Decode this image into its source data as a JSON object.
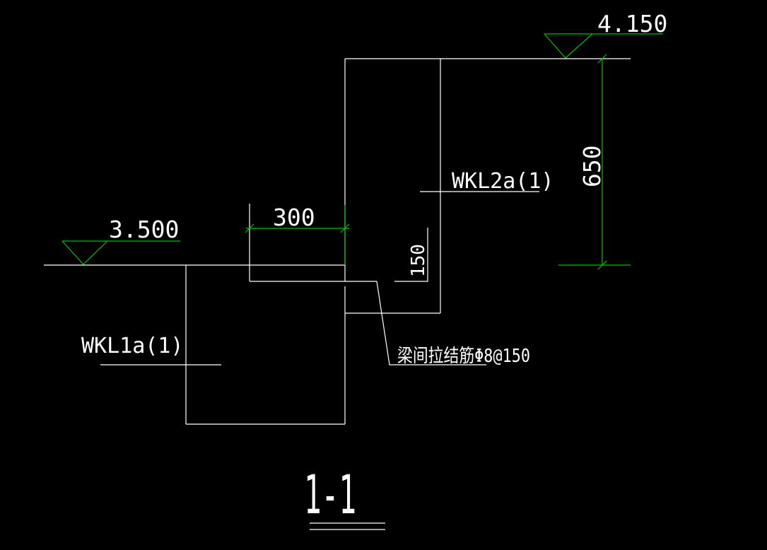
{
  "drawing": {
    "background": "#000000",
    "line_color": "#ffffff",
    "dimension_color": "#00c000",
    "elevation_upper": "4.150",
    "elevation_lower": "3.500",
    "dim_width": "300",
    "dim_height": "650",
    "dim_offset": "150",
    "beam_right_label": "WKL2a(1)",
    "beam_left_label": "WKL1a(1)",
    "tie_note": "梁间拉结筋Φ8@150",
    "section_title": "1-1"
  }
}
